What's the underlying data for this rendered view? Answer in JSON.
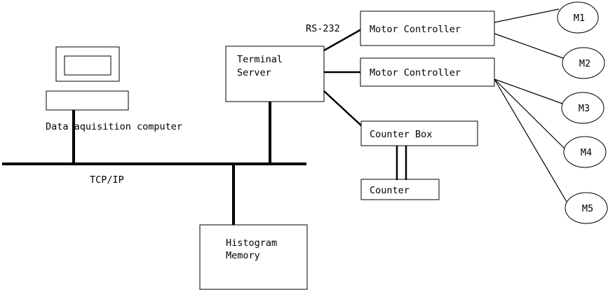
{
  "diagram": {
    "title": "Data acquisition system block diagram",
    "type": "block-diagram",
    "background_color": "#ffffff",
    "stroke_color": "#000000",
    "nodes": {
      "monitor": {
        "label": ""
      },
      "computer_base": {
        "label": ""
      },
      "data_acquisition_computer": {
        "label": "Data aquisition computer"
      },
      "terminal_server": {
        "line1": "Terminal",
        "line2": "Server"
      },
      "motor_controller_1": {
        "label": "Motor Controller"
      },
      "motor_controller_2": {
        "label": "Motor Controller"
      },
      "counter_box": {
        "label": "Counter Box"
      },
      "counter": {
        "label": "Counter"
      },
      "histogram_memory": {
        "line1": "Histogram",
        "line2": "Memory"
      }
    },
    "buses": {
      "tcpip": {
        "label": "TCP/IP"
      },
      "rs232": {
        "label": "RS-232"
      }
    },
    "motors": [
      {
        "label": "M1"
      },
      {
        "label": "M2"
      },
      {
        "label": "M3"
      },
      {
        "label": "M4"
      },
      {
        "label": "M5"
      }
    ]
  }
}
